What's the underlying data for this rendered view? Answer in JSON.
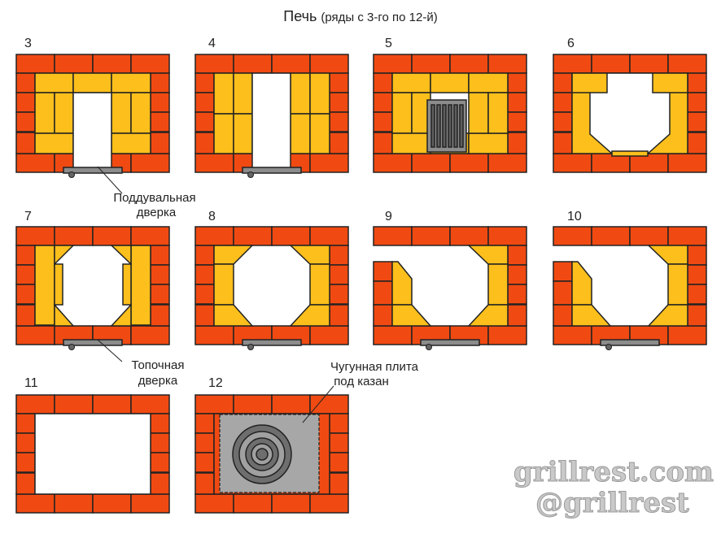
{
  "title": {
    "main": "Печь",
    "sub": "(ряды с 3-го по 12-й)"
  },
  "rows": [
    "3",
    "4",
    "5",
    "6",
    "7",
    "8",
    "9",
    "10",
    "11",
    "12"
  ],
  "callouts": {
    "ash_door": [
      "Поддувальная",
      "дверка"
    ],
    "fire_door": [
      "Топочная",
      "дверка"
    ],
    "cast_plate": [
      "Чугунная плита",
      "под казан"
    ]
  },
  "watermark": [
    "grillrest.com",
    "@grillrest"
  ],
  "colors": {
    "red_brick": "#f04a12",
    "fire_brick": "#fcbf1b",
    "mortar": "#222222",
    "metal": "#8c8c8c",
    "plate": "#a7a7a7"
  }
}
